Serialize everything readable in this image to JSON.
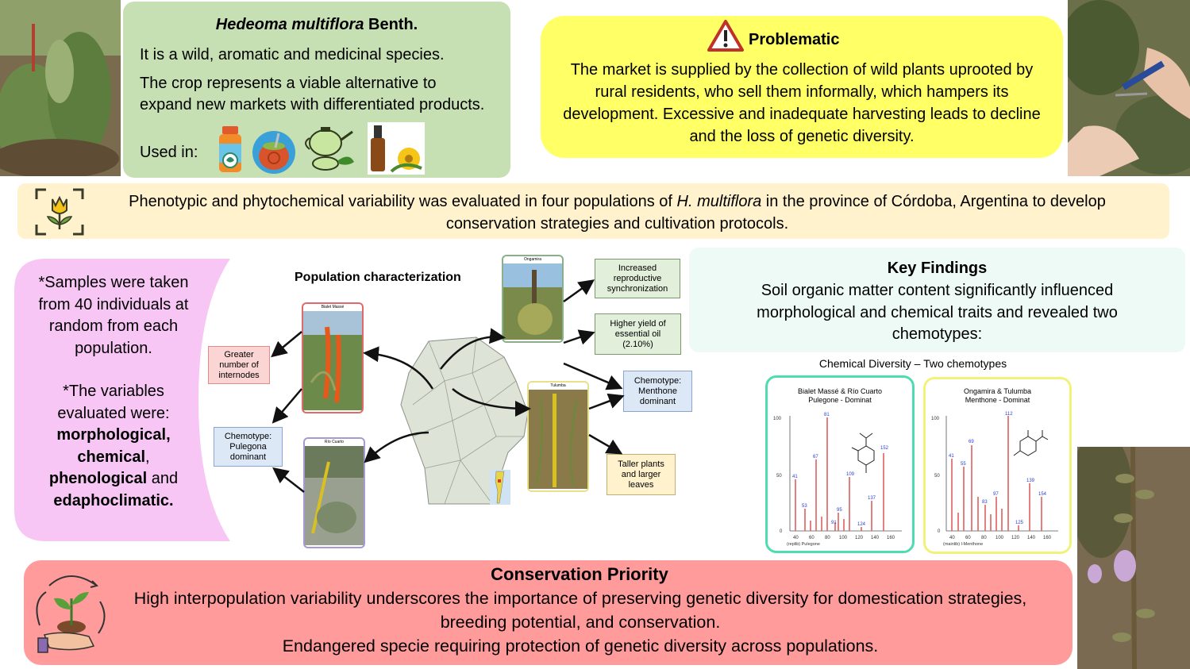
{
  "species": {
    "title_italic": "Hedeoma multiflora",
    "title_rest": " Benth.",
    "line1": "It is a wild, aromatic and medicinal species.",
    "line2": "The crop represents a viable alternative to expand new markets with differentiated products.",
    "used_in": "Used in:"
  },
  "problematic": {
    "title": "Problematic",
    "text": "The market is supplied by the collection of wild plants uprooted by rural residents, who sell them informally, which hampers its development. Excessive and inadequate harvesting leads to decline and the loss of genetic diversity."
  },
  "objective": {
    "text_a": "Phenotypic and phytochemical variability was evaluated in four populations of ",
    "text_italic": "H. multiflora",
    "text_b": " in the province of Córdoba, Argentina to develop conservation strategies and cultivation protocols."
  },
  "methods": {
    "p1": "*Samples were taken from 40 individuals at random from each population.",
    "p2_intro": "*The variables evaluated were:",
    "b1": "morphological,",
    "b2": "chemical",
    "comma": ",",
    "b3": "phenological",
    "and": " and",
    "b4": "edaphoclimatic."
  },
  "population": {
    "title": "Population characterization",
    "sites": [
      "Bialet Massé",
      "Ongamira",
      "Tulumba",
      "Río Cuarto"
    ],
    "results": [
      "Greater number of internodes",
      "Chemotype: Pulegona dominant",
      "Increased reproductive synchronization",
      "Higher yield of essential oil (2.10%)",
      "Chemotype: Menthone dominant",
      "Taller plants and larger leaves"
    ]
  },
  "key_findings": {
    "title": "Key Findings",
    "text": "Soil organic matter content significantly influenced morphological and chemical traits and revealed two chemotypes:"
  },
  "chem": {
    "title": "Chemical Diversity  – Two chemotypes",
    "left": {
      "title1": "Bialet Massé & Río Cuarto",
      "title2": "Pulegone - Dominat",
      "caption": "(replib) Pulegone",
      "peaks": [
        "41",
        "53",
        "67",
        "81",
        "95",
        "91",
        "109",
        "137",
        "124",
        "152"
      ]
    },
    "right": {
      "title1": "Ongamira & Tulumba",
      "title2": "Menthone - Dominat",
      "caption": "(mainlib) l-Menthone",
      "peaks": [
        "41",
        "55",
        "69",
        "83",
        "97",
        "112",
        "125",
        "139",
        "154"
      ]
    },
    "yticks": [
      "100",
      "50",
      "0"
    ],
    "xticks": [
      "40",
      "60",
      "80",
      "100",
      "120",
      "140",
      "160"
    ]
  },
  "conservation": {
    "title": "Conservation Priority",
    "line1": "High interpopulation variability underscores the importance of preserving genetic diversity for domestication strategies, breeding potential, and conservation.",
    "line2": "Endangered specie requiring protection of genetic diversity across populations."
  },
  "colors": {
    "green_box": "#c6e0b4",
    "yellow_box": "#ffff66",
    "cream_box": "#fff2cc",
    "pink_box": "#f7c6f5",
    "mint_box": "#eefaf6",
    "red_box": "#ff9b9b",
    "teal_frame": "#4fdcb0",
    "yellow_frame": "#f2f27a"
  }
}
